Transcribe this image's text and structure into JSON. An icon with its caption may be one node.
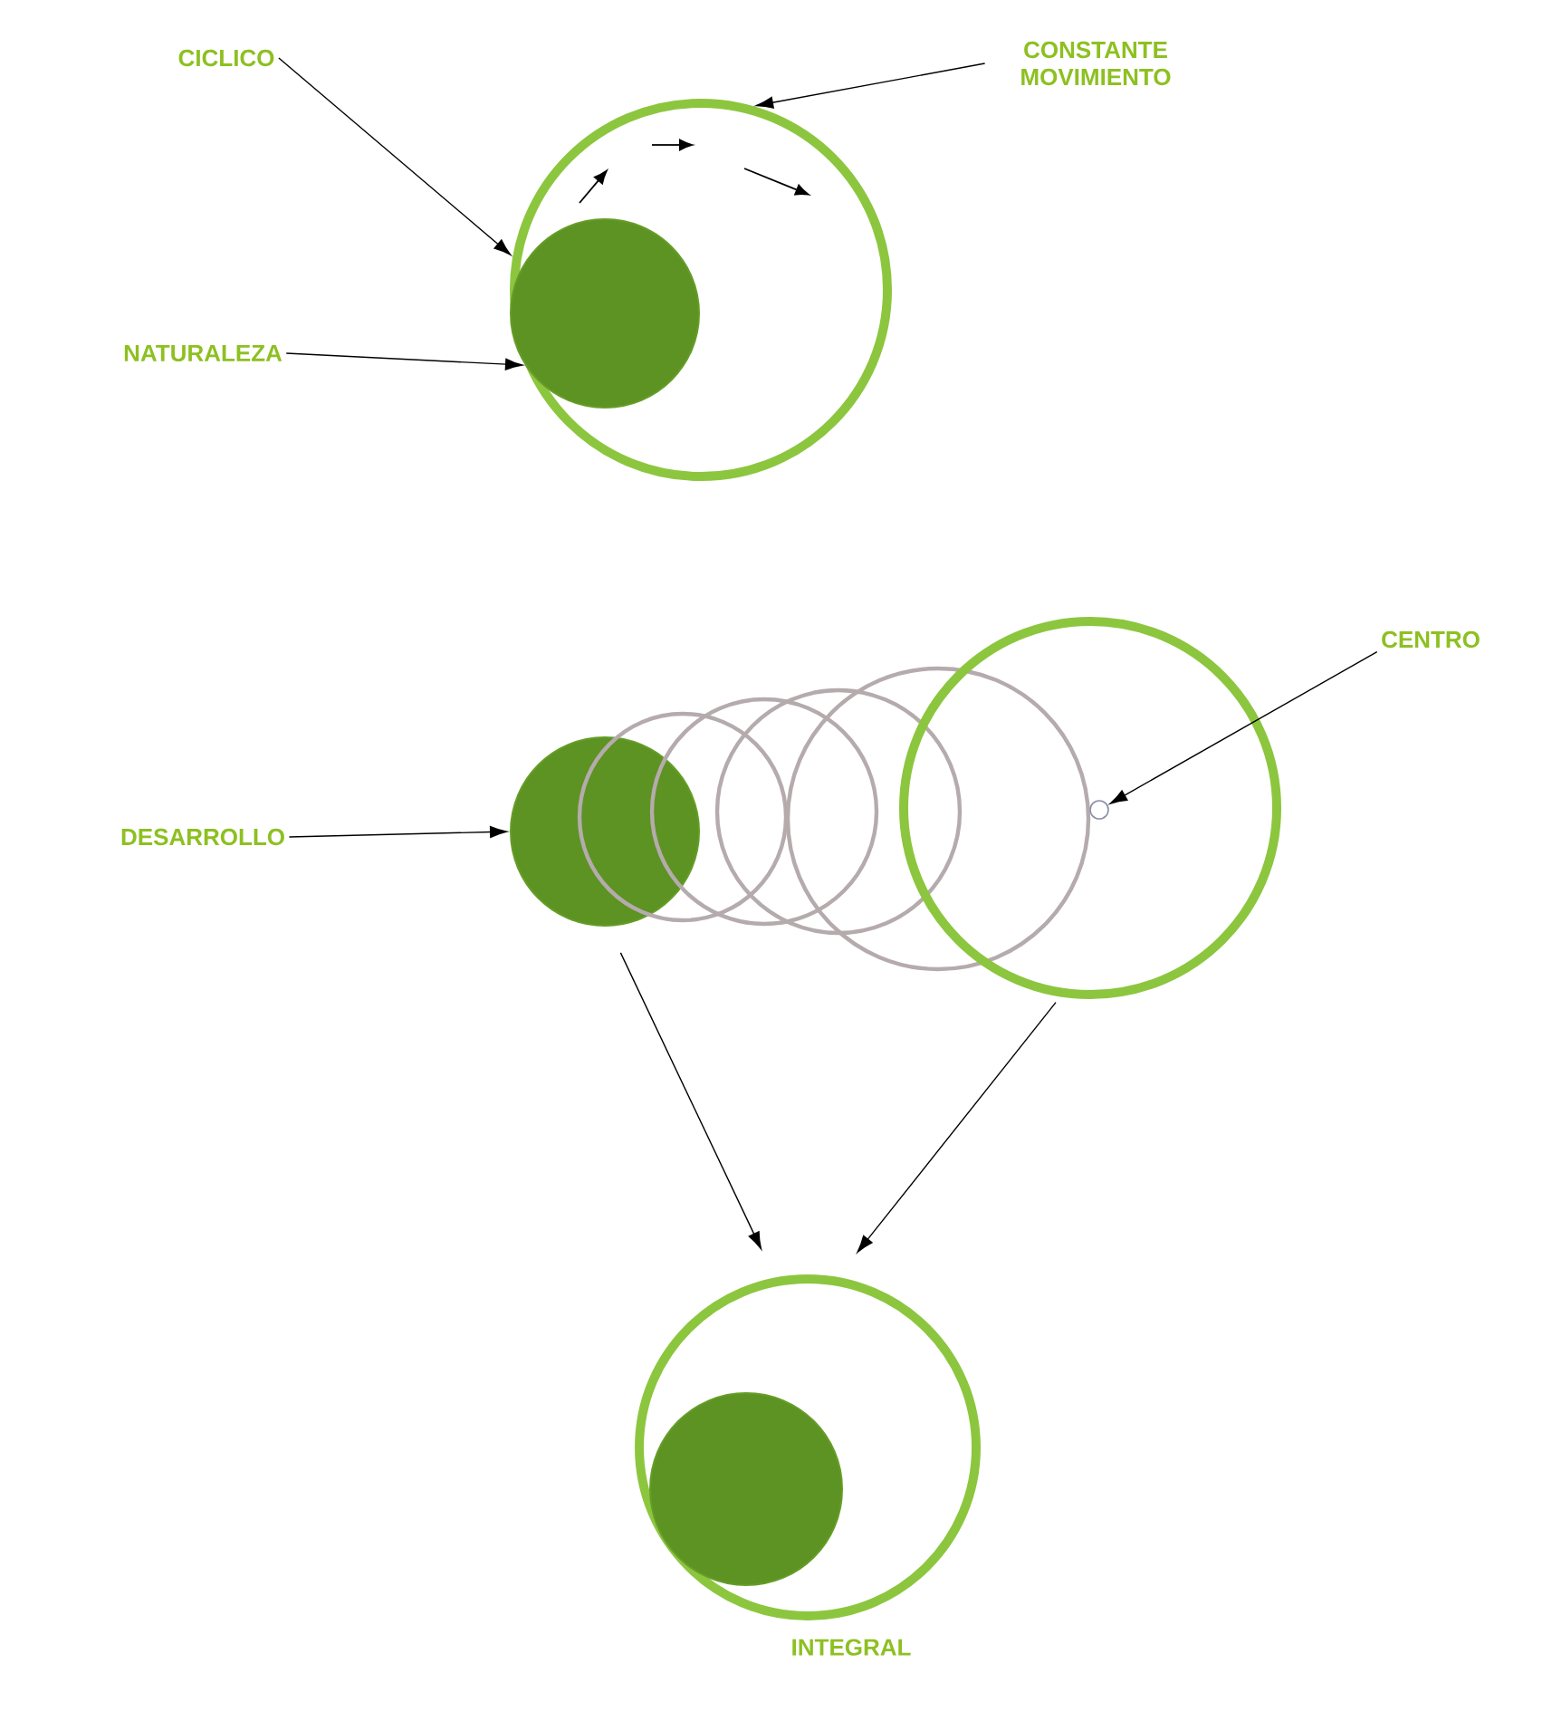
{
  "diagram": {
    "nodes": [
      {
        "text": [
          "CICLICO"
        ]
      },
      {
        "text": [
          "CONSTANTE MOVIMIENTO"
        ]
      },
      {
        "text": [
          "NATURALEZA"
        ]
      },
      {
        "text": [],
        "shape": "circle"
      },
      {
        "text": [],
        "shape": "circle",
        "in": 3
      },
      {
        "text": [
          "CENTRO"
        ]
      },
      {
        "text": [
          "DESARROLLO"
        ]
      },
      {
        "text": [],
        "shape": "circle"
      },
      {
        "text": [],
        "shape": "circle"
      },
      {
        "text": [],
        "shape": "circle"
      },
      {
        "text": [],
        "shape": "circle"
      },
      {
        "text": [],
        "shape": "circle"
      },
      {
        "text": [],
        "shape": "circle"
      },
      {
        "text": [],
        "shape": "circle",
        "in": 12
      },
      {
        "text": [],
        "shape": "circle",
        "beside": [
          "INTEGRAL"
        ]
      },
      {
        "text": [],
        "shape": "circle",
        "in": 14
      }
    ],
    "edges": [
      {
        "from": 0,
        "to": 3,
        "arrow": "to"
      },
      {
        "from": 1,
        "to": 3,
        "arrow": "to"
      },
      {
        "from": 2,
        "to": 4,
        "arrow": "to"
      },
      {
        "from": 5,
        "to": 13,
        "arrow": "to"
      },
      {
        "from": 6,
        "to": 7,
        "arrow": "to"
      },
      {
        "from": 7,
        "to": 14,
        "arrow": "to"
      },
      {
        "from": 12,
        "to": 14,
        "arrow": "to"
      }
    ]
  }
}
